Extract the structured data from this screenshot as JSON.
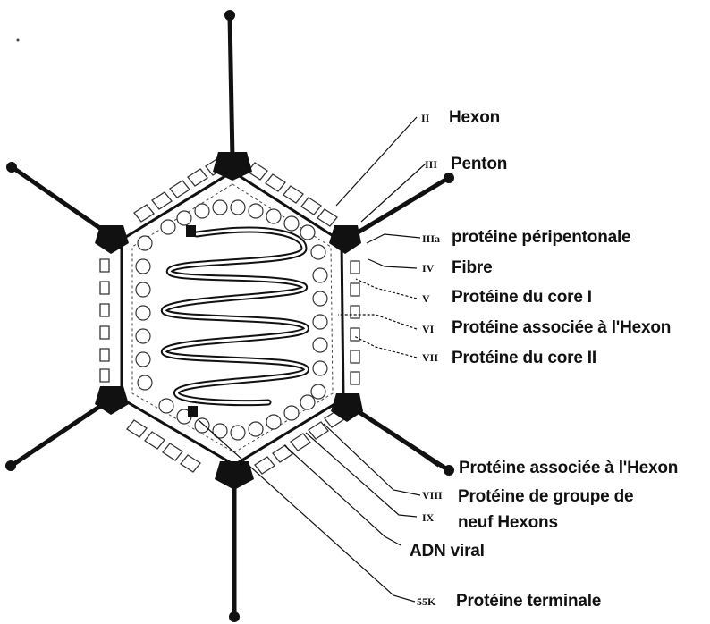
{
  "labels": {
    "hexon": "Hexon",
    "penton": "Penton",
    "peripentonal": "protéine péripentonale",
    "fibre": "Fibre",
    "core1": "Protéine du core I",
    "hexon_assoc1": "Protéine associée à l'Hexon",
    "core2": "Protéine du core II",
    "hexon_assoc2": "Protéine associée à l'Hexon",
    "group_line1": "Protéine de groupe de",
    "group_line2": "neuf Hexons",
    "adn": "ADN viral",
    "terminal": "Protéine terminale"
  },
  "markers": {
    "hexon": "II",
    "penton": "III",
    "peripentonal": "IIIa",
    "fibre": "IV",
    "core1": "V",
    "hexon_assoc1": "VI",
    "core2": "VII",
    "group": "VIII",
    "nine_hexons": "IX",
    "terminal": "55K"
  }
}
